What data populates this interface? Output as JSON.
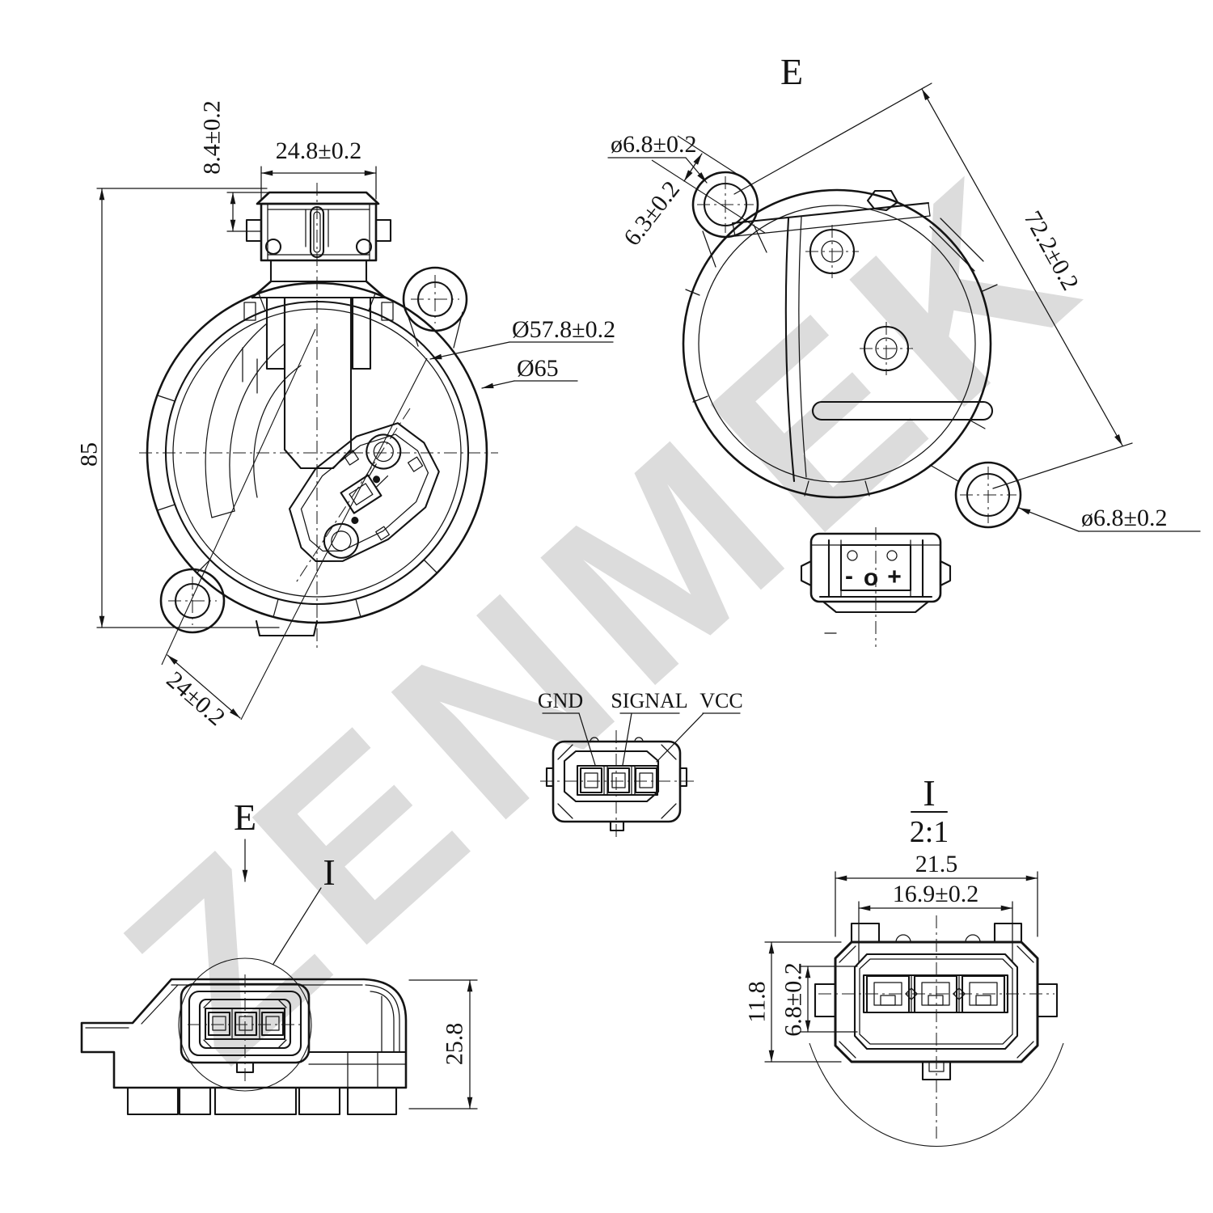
{
  "watermark": {
    "text": "ZENMEK"
  },
  "front": {
    "dim_cap_height": "8.4±0.2",
    "dim_connector_width": "24.8±0.2",
    "dim_height": "85",
    "dim_hole_offset": "24±0.2",
    "dim_bore": "Ø57.8±0.2",
    "dim_outer": "Ø65"
  },
  "rear": {
    "view_label": "E",
    "dim_hole_top": "ø6.8±0.2",
    "dim_ear": "6.3±0.2",
    "dim_span": "72.2±0.2",
    "dim_hole_bottom": "ø6.8±0.2",
    "polarity": {
      "minus": "-",
      "mid": "o",
      "plus": "+"
    }
  },
  "pinout": {
    "pins": [
      "GND",
      "SIGNAL",
      "VCC"
    ]
  },
  "side": {
    "view_label": "E",
    "detail_label": "I",
    "dim_height": "25.8"
  },
  "detail": {
    "label": "I",
    "scale": "2:1",
    "dim_outer_width": "21.5",
    "dim_inner_width": "16.9±0.2",
    "dim_outer_height": "11.8",
    "dim_inner_height": "6.8±0.2"
  }
}
